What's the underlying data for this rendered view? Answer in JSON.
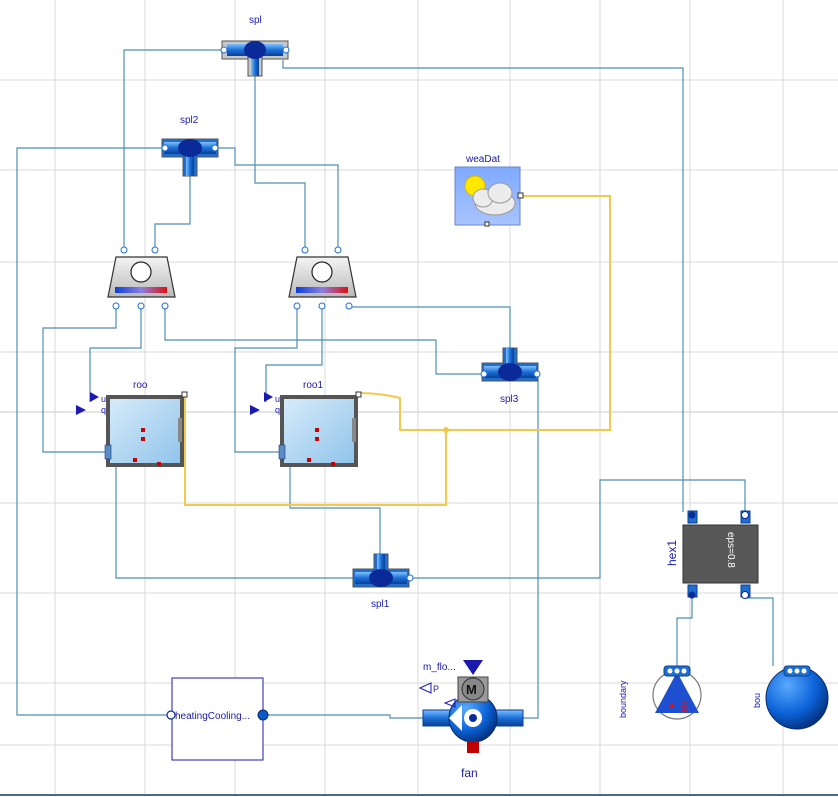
{
  "diagram": {
    "labels": {
      "spl": "spl",
      "spl2": "spl2",
      "spl3": "spl3",
      "spl1": "spl1",
      "weaDat": "weaDat",
      "roo": "roo",
      "roo1": "roo1",
      "roo_u": "u",
      "roo_q": "q",
      "roo1_u": "u",
      "roo1_q": "q",
      "hex1": "hex1",
      "hex1_param": "eps=0.8",
      "boundary": "boundary",
      "bou": "bou",
      "fan": "fan",
      "fan_param": "m_flo...",
      "fan_motor": "M",
      "fan_p": "P",
      "heating_cooling": "heatingCooling...",
      "boundary_symbol": "E"
    },
    "colors": {
      "wire": "#4f8fb0",
      "signal_wire": "#f2c94c",
      "label": "#1a1ab0",
      "splitter": "#1e6fd0",
      "room_fill": "#a9d4f2"
    }
  }
}
